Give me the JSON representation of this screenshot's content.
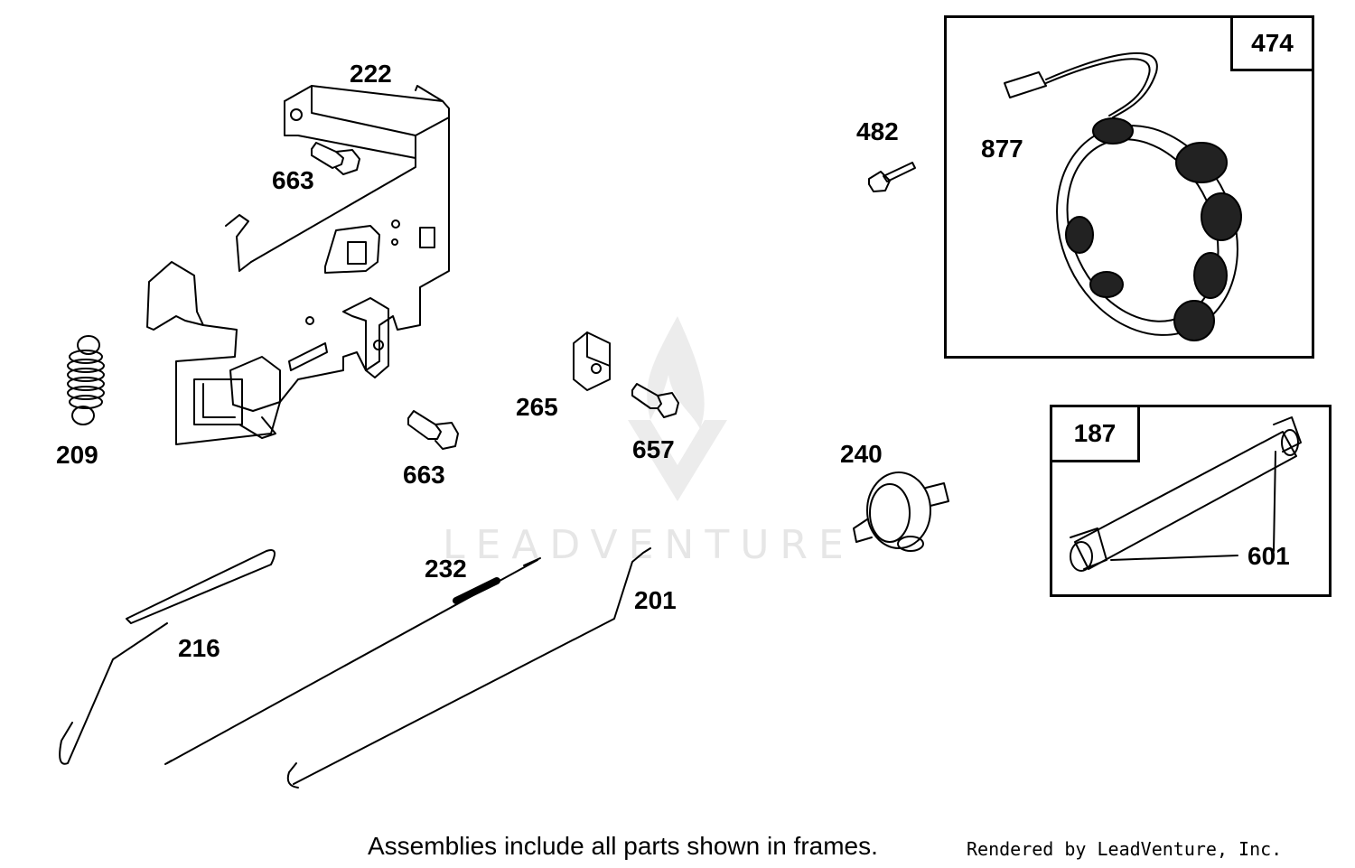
{
  "parts": {
    "p222": "222",
    "p663a": "663",
    "p663b": "663",
    "p209": "209",
    "p265": "265",
    "p657": "657",
    "p482": "482",
    "p877": "877",
    "p240": "240",
    "p232": "232",
    "p201": "201",
    "p216": "216",
    "p601": "601"
  },
  "frames": {
    "f474": "474",
    "f187": "187"
  },
  "watermark": "LEADVENTURE",
  "footer": {
    "note": "Assemblies include all parts shown in frames.",
    "credit": "Rendered by LeadVenture, Inc."
  }
}
